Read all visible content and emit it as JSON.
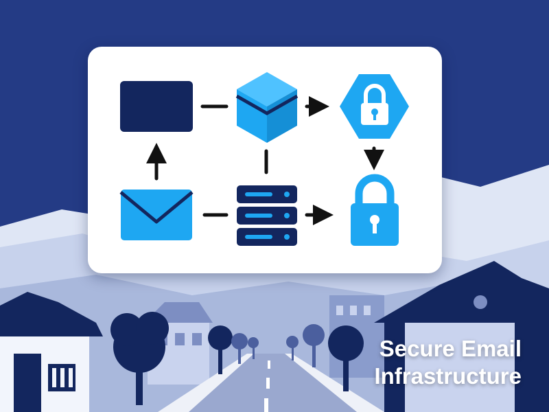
{
  "caption": {
    "line1": "Secure Email",
    "line2": "Infrastructure"
  },
  "colors": {
    "background": "#243b85",
    "navy": "#13265e",
    "accent": "#1ea7f2",
    "card": "#ffffff",
    "arrow": "#111111",
    "hills_light": "#dfe6f5",
    "hills_mid": "#a9b8dc",
    "buildings": "#7d8ec2"
  },
  "diagram": {
    "nodes": [
      {
        "id": "box",
        "icon": "rectangle-icon"
      },
      {
        "id": "cube",
        "icon": "cube-icon"
      },
      {
        "id": "shield",
        "icon": "hexagon-lock-icon"
      },
      {
        "id": "mail",
        "icon": "envelope-icon"
      },
      {
        "id": "server",
        "icon": "server-icon"
      },
      {
        "id": "lock",
        "icon": "padlock-icon"
      }
    ],
    "edges": [
      {
        "from": "box",
        "to": "cube",
        "style": "line"
      },
      {
        "from": "cube",
        "to": "shield",
        "style": "arrow"
      },
      {
        "from": "shield",
        "to": "lock",
        "style": "arrow"
      },
      {
        "from": "mail",
        "to": "box",
        "style": "arrow"
      },
      {
        "from": "mail",
        "to": "server",
        "style": "line"
      },
      {
        "from": "cube",
        "to": "server",
        "style": "line"
      },
      {
        "from": "server",
        "to": "lock",
        "style": "arrow"
      }
    ]
  }
}
